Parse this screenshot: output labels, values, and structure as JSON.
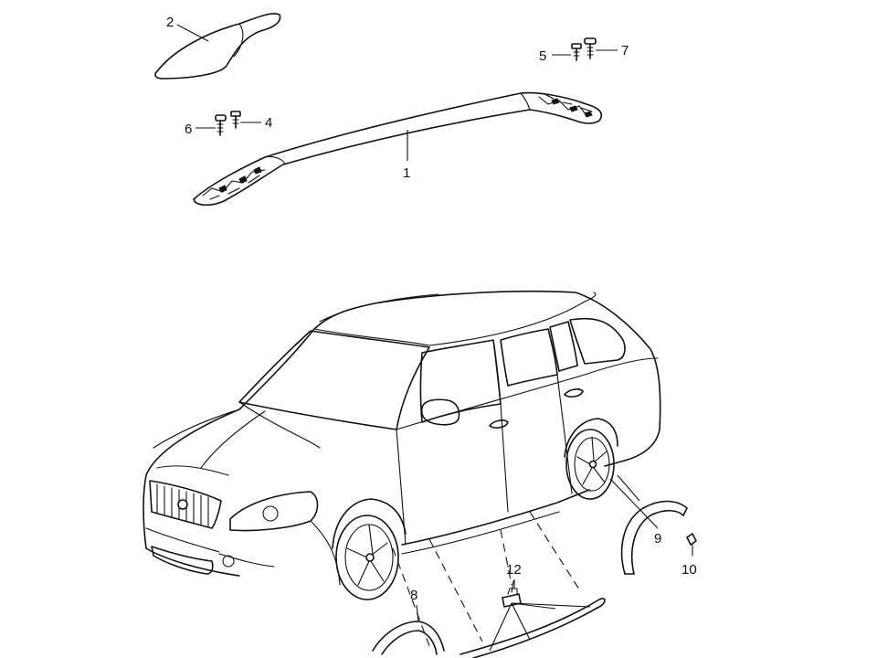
{
  "callouts": {
    "roof_rail": "1",
    "rail_cover": "2",
    "screw_4": "4",
    "screw_5": "5",
    "screw_6": "6",
    "screw_7": "7",
    "wheel_arch_front": "8",
    "wheel_arch_rear": "9",
    "clip_10": "10",
    "clip_12": "12"
  },
  "colors": {
    "line": "#111111",
    "background": "#ffffff"
  },
  "icons": [
    "screw-icon",
    "clip-icon"
  ]
}
